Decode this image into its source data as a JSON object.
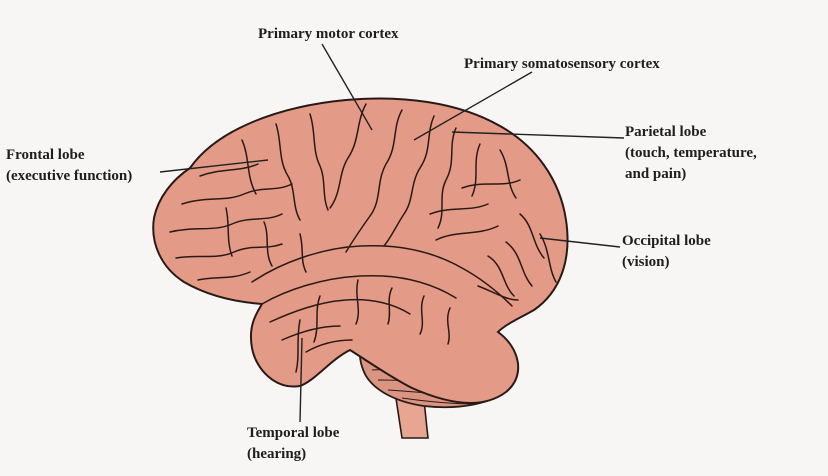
{
  "colors": {
    "background": "#f7f6f4",
    "brain_fill": "#e39a86",
    "cerebellum_fill": "#dc9482",
    "stem_fill": "#e7a592",
    "outline": "#2a1a17",
    "leader_line": "#222222",
    "label_text": "#1e1e1e"
  },
  "labels": {
    "primary_motor": "Primary motor cortex",
    "primary_somatosensory": "Primary somatosensory cortex",
    "frontal": [
      "Frontal lobe",
      "(executive function)"
    ],
    "parietal": [
      "Parietal lobe",
      "(touch, temperature,",
      "and pain)"
    ],
    "occipital": [
      "Occipital lobe",
      "(vision)"
    ],
    "temporal": [
      "Temporal lobe",
      "(hearing)"
    ]
  }
}
